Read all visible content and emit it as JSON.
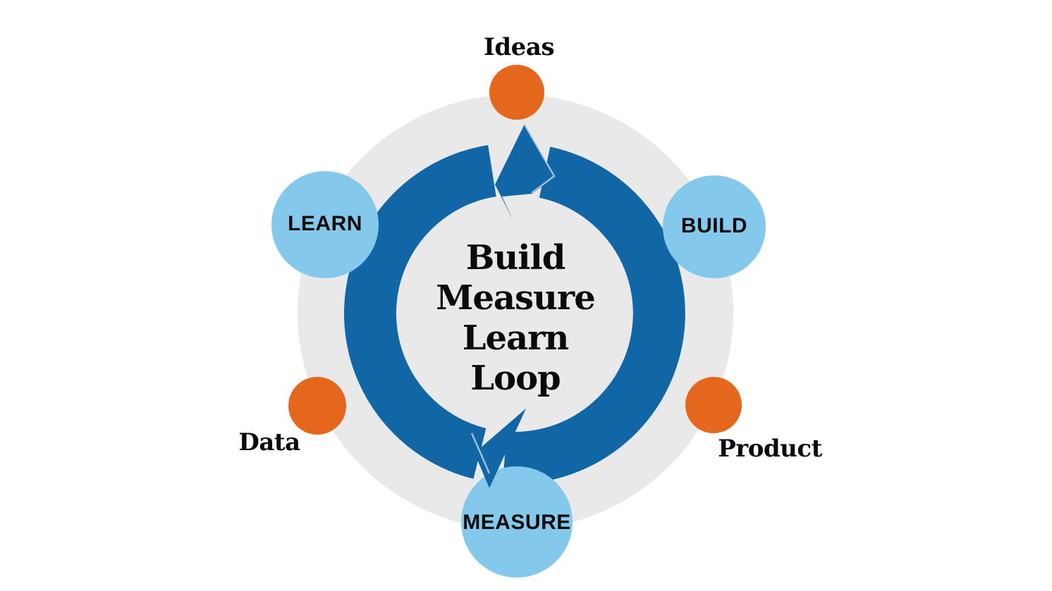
{
  "title": "Build Measure Learn Loop",
  "direction": "clockwise",
  "center_text": {
    "line1": "Build",
    "line2": "Measure",
    "line3": "Learn",
    "line4": "Loop"
  },
  "stages": {
    "learn": "LEARN",
    "build": "BUILD",
    "measure": "MEASURE"
  },
  "artifacts": {
    "ideas": "Ideas",
    "product": "Product",
    "data": "Data"
  },
  "colors": {
    "ring_blue": "#1167A6",
    "stage_circle_blue": "#84C9EC",
    "artifact_circle_orange": "#E4671B",
    "disc_gray": "#E9E9E9",
    "highlight_line": "#CFDDE8",
    "text_black": "#0A0A0A",
    "background_white": "#FFFFFF"
  }
}
